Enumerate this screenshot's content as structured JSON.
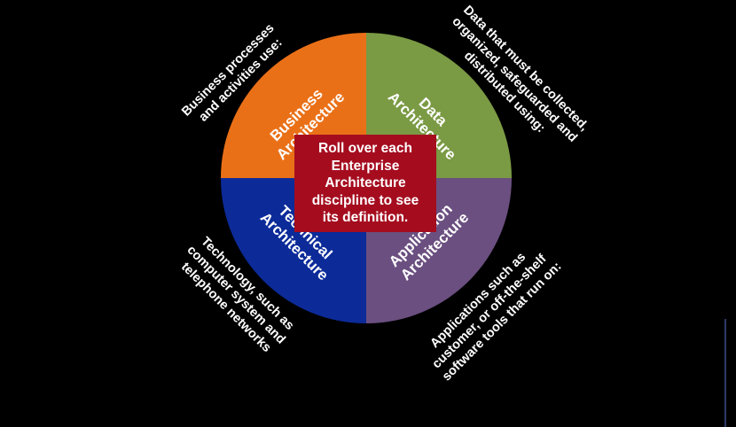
{
  "quadrants": [
    {
      "id": "business",
      "lines": [
        "Business",
        "Architecture"
      ],
      "color": "#ea7017"
    },
    {
      "id": "data",
      "lines": [
        "Data",
        "Architecture"
      ],
      "color": "#7a9a44"
    },
    {
      "id": "technical",
      "lines": [
        "Technical",
        "Architecture"
      ],
      "color": "#0c2b99"
    },
    {
      "id": "application",
      "lines": [
        "Application",
        "Architecture"
      ],
      "color": "#6b4f80"
    }
  ],
  "center": {
    "lines": [
      "Roll over each",
      "Enterprise",
      "Architecture",
      "discipline to see",
      "its definition."
    ],
    "color": "#a50d1f"
  },
  "definitions": {
    "business": [
      "Business processes",
      "and activities use:"
    ],
    "data": [
      "Data that must be collected,",
      "organized, safeguarded and",
      "distributed using:"
    ],
    "technical": [
      "Technology, such as",
      "computer system and",
      "telephone networks"
    ],
    "application": [
      "Applications such as",
      "customer, or off-the-shelf",
      "software tools that run on:"
    ]
  }
}
